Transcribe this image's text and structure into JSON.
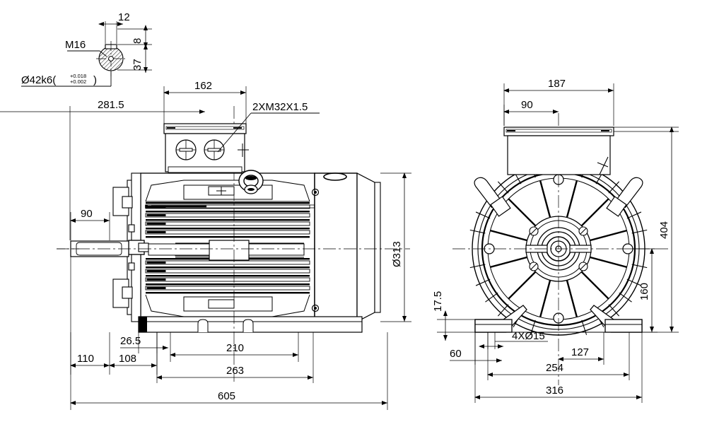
{
  "drawing": {
    "type": "mechanical-engineering-drawing",
    "subject": "three-phase electric motor, foot-mounted, frame size 160",
    "views": [
      "side-elevation",
      "end-elevation"
    ],
    "units": "mm",
    "line_color": "#000000",
    "background_color": "#ffffff"
  },
  "shaft_detail": {
    "label_m16": "M16",
    "diameter_tolerance_main": "Ø42k6(",
    "diameter_tolerance_upper": "+0.018",
    "diameter_tolerance_lower": "+0.002",
    "diameter_tolerance_close": ")",
    "key_width": "12",
    "key_height_above": "8",
    "shaft_height_dim": "37"
  },
  "side_view": {
    "terminal_box_width": "162",
    "cable_entry": "2XM32X1.5",
    "box_center_from_shaft_end": "281.5",
    "shaft_extension": "90",
    "foot_offset": "26.5",
    "shaft_to_foot": "110",
    "foot_front": "108",
    "foot_hole_spacing": "210",
    "foot_to_fan": "263",
    "overall_length": "605",
    "frame_diameter": "Ø313"
  },
  "end_view": {
    "terminal_box_width": "187",
    "terminal_box_half": "90",
    "overall_height": "404",
    "shaft_height": "160",
    "foot_thickness": "17.5",
    "foot_holes": "4XØ15",
    "foot_edge": "60",
    "hole_half_spacing": "127",
    "hole_spacing": "254",
    "overall_width": "316"
  }
}
